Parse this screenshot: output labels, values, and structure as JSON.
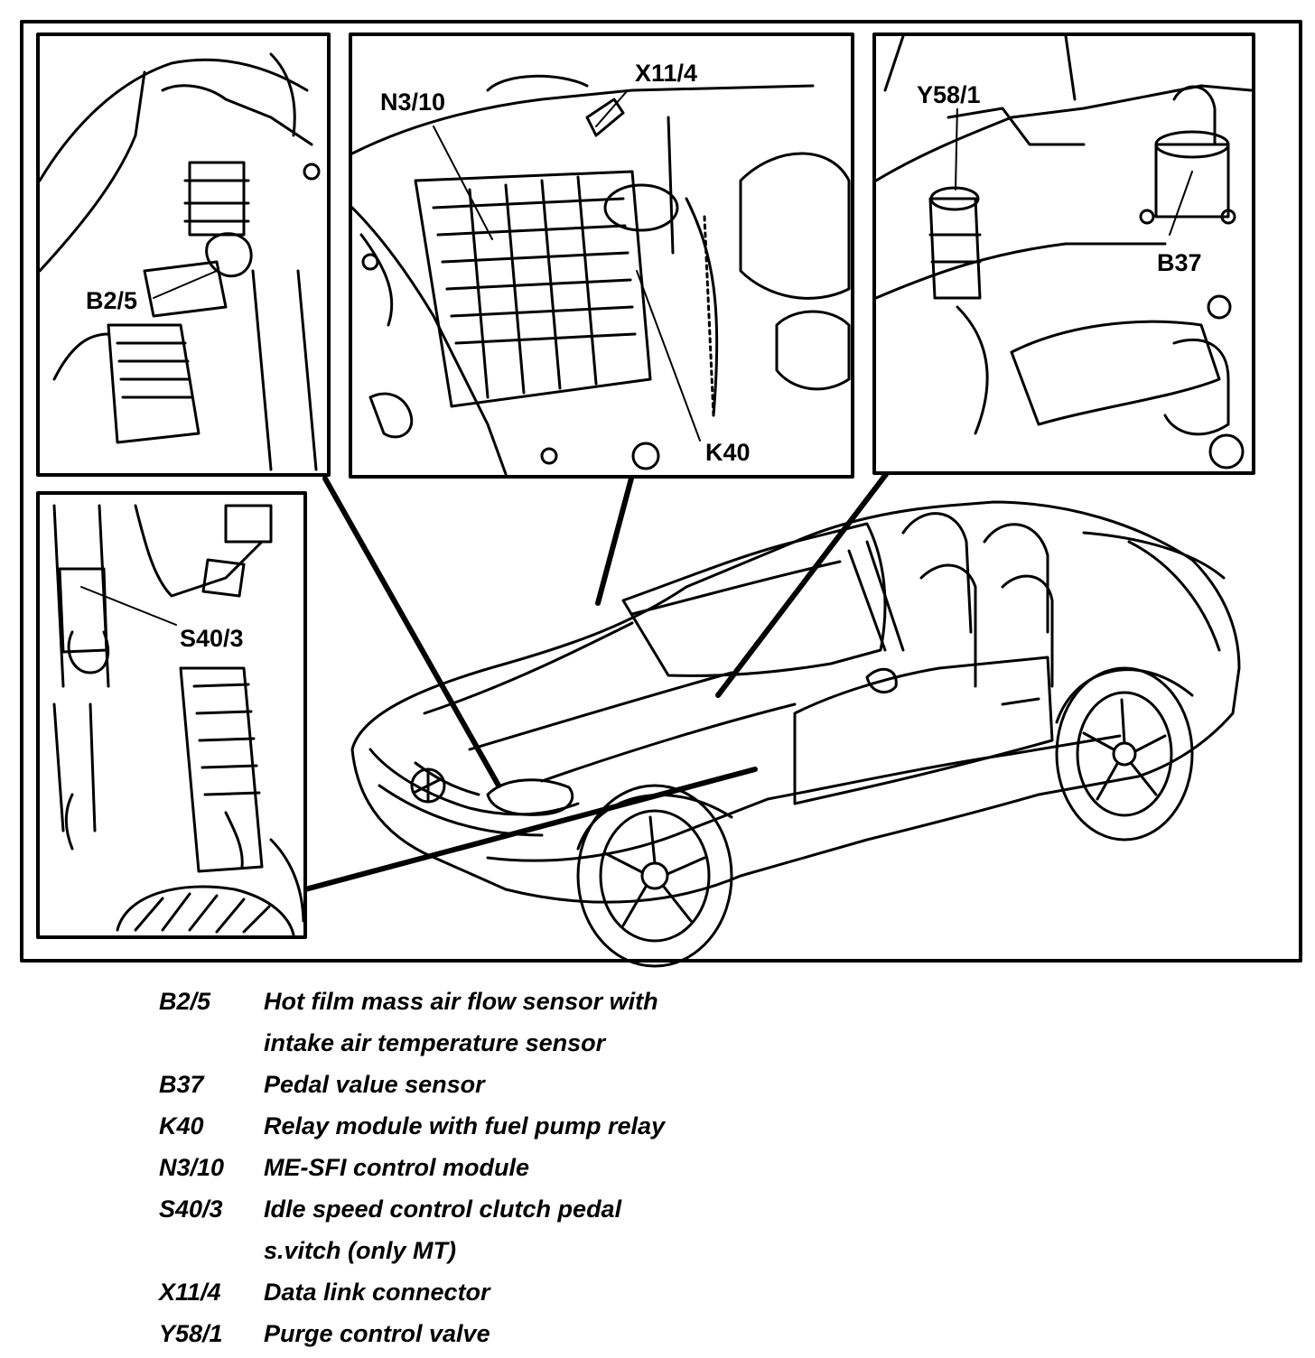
{
  "callouts": {
    "b2_5": "B2/5",
    "n3_10": "N3/10",
    "x11_4": "X11/4",
    "k40": "K40",
    "y58_1": "Y58/1",
    "b37": "B37",
    "s40_3": "S40/3"
  },
  "legend": [
    {
      "code": "B2/5",
      "desc": "Hot film mass air flow sensor with"
    },
    {
      "code": "",
      "desc": "intake air temperature sensor"
    },
    {
      "code": "B37",
      "desc": "Pedal value sensor"
    },
    {
      "code": "K40",
      "desc": "Relay module with fuel pump relay"
    },
    {
      "code": "N3/10",
      "desc": "ME-SFI control module"
    },
    {
      "code": "S40/3",
      "desc": "Idle speed control clutch pedal"
    },
    {
      "code": "",
      "desc": "s.vitch (only MT)"
    },
    {
      "code": "X11/4",
      "desc": "Data link connector"
    },
    {
      "code": "Y58/1",
      "desc": "Purge control valve"
    }
  ]
}
